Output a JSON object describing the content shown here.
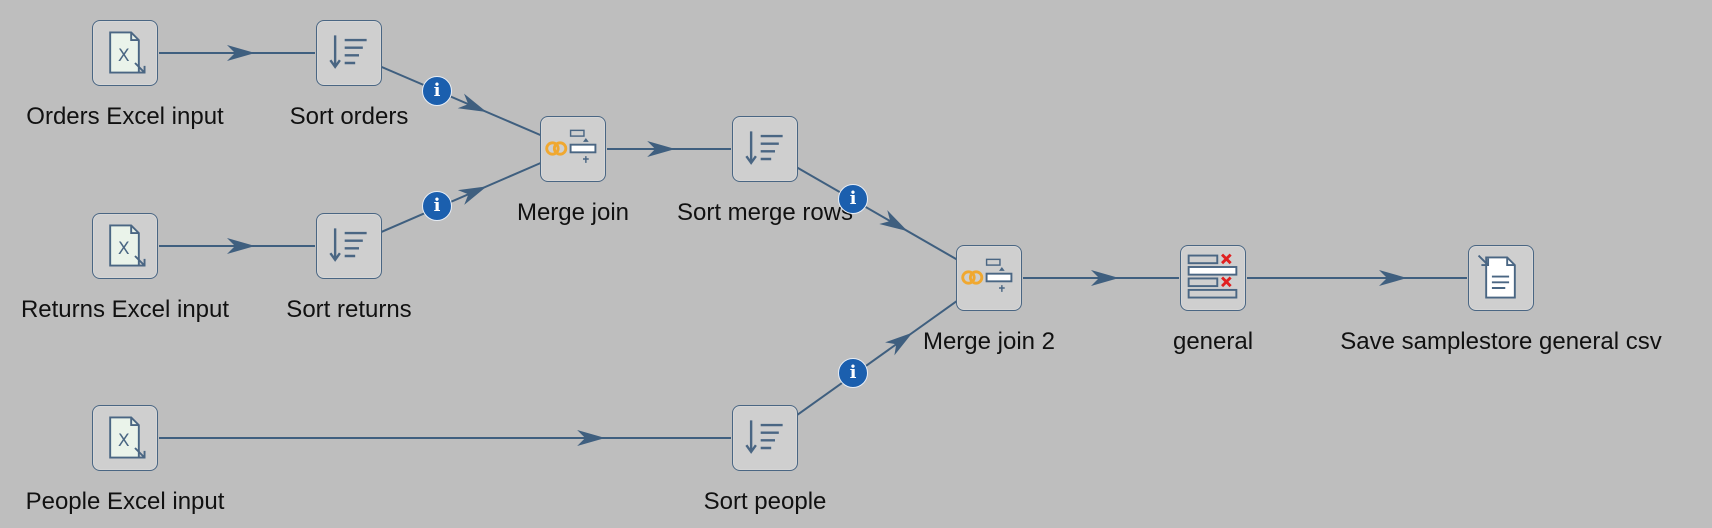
{
  "steps": {
    "orders_excel": {
      "label": "Orders Excel input",
      "icon": "excel-input-icon"
    },
    "sort_orders": {
      "label": "Sort orders",
      "icon": "sort-rows-icon"
    },
    "returns_excel": {
      "label": "Returns Excel input",
      "icon": "excel-input-icon"
    },
    "sort_returns": {
      "label": "Sort returns",
      "icon": "sort-rows-icon"
    },
    "merge_join": {
      "label": "Merge join",
      "icon": "merge-join-icon"
    },
    "sort_merge_rows": {
      "label": "Sort merge rows",
      "icon": "sort-rows-icon"
    },
    "people_excel": {
      "label": "People Excel input",
      "icon": "excel-input-icon"
    },
    "sort_people": {
      "label": "Sort people",
      "icon": "sort-rows-icon"
    },
    "merge_join_2": {
      "label": "Merge join 2",
      "icon": "merge-join-icon"
    },
    "general": {
      "label": "general",
      "icon": "select-values-icon"
    },
    "save_csv": {
      "label": "Save samplestore general csv",
      "icon": "text-file-output-icon"
    }
  },
  "hops": [
    {
      "from": "orders_excel",
      "to": "sort_orders",
      "info": false
    },
    {
      "from": "sort_orders",
      "to": "merge_join",
      "info": true
    },
    {
      "from": "returns_excel",
      "to": "sort_returns",
      "info": false
    },
    {
      "from": "sort_returns",
      "to": "merge_join",
      "info": true
    },
    {
      "from": "merge_join",
      "to": "sort_merge_rows",
      "info": false
    },
    {
      "from": "sort_merge_rows",
      "to": "merge_join_2",
      "info": true
    },
    {
      "from": "people_excel",
      "to": "sort_people",
      "info": false
    },
    {
      "from": "sort_people",
      "to": "merge_join_2",
      "info": true
    },
    {
      "from": "merge_join_2",
      "to": "general",
      "info": false
    },
    {
      "from": "general",
      "to": "save_csv",
      "info": false
    }
  ],
  "info_badge_glyph": "i",
  "colors": {
    "canvas": "#bebebe",
    "hop": "#3f5f7f",
    "info_badge": "#1b5fae",
    "step_border": "#4a6683",
    "merge_rings": "#f0a830",
    "select_x": "#e02020"
  }
}
